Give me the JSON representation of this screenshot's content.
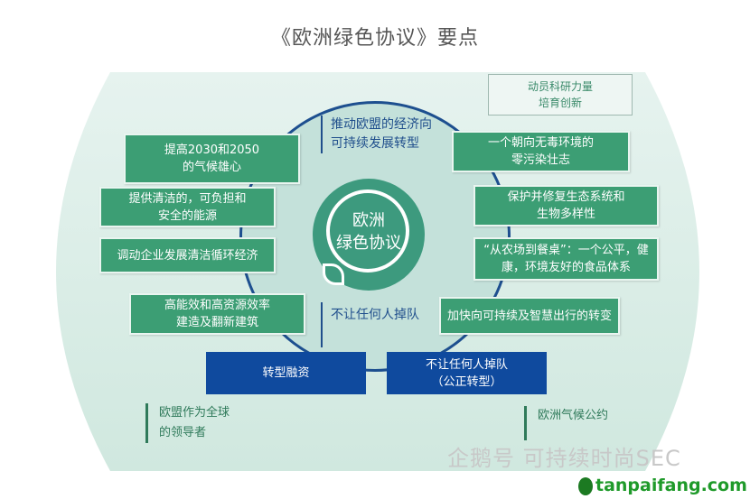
{
  "title": "《欧洲绿色协议》要点",
  "center": {
    "line1": "欧洲",
    "line2": "绿色协议"
  },
  "research_box": {
    "line1": "动员科研力量",
    "line2": "培育创新"
  },
  "top_text": {
    "line1": "推动欧盟的经济向",
    "line2": "可持续发展转型"
  },
  "middle_text": "不让任何人掉队",
  "left_boxes": [
    {
      "line1": "提高2030和2050",
      "line2": "的气候雄心"
    },
    {
      "line1": "提供清洁的，可负担和",
      "line2": "安全的能源"
    },
    {
      "line1": "调动企业发展清洁循环经济",
      "line2": ""
    },
    {
      "line1": "高能效和高资源效率",
      "line2": "建造及翻新建筑"
    }
  ],
  "right_boxes": [
    {
      "line1": "一个朝向无毒环境的",
      "line2": "零污染壮志"
    },
    {
      "line1": "保护并修复生态系统和",
      "line2": "生物多样性"
    },
    {
      "line1": "“从农场到餐桌”：一个公平，健",
      "line2": "康，环境友好的食品体系"
    },
    {
      "line1": "加快向可持续及智慧出行的转变",
      "line2": ""
    }
  ],
  "blue_boxes": [
    {
      "line1": "转型融资",
      "line2": ""
    },
    {
      "line1": "不让任何人掉队",
      "line2": "（公正转型）"
    }
  ],
  "bottom_left": {
    "line1": "欧盟作为全球",
    "line2": "的领导者"
  },
  "bottom_right": "欧洲气候公约",
  "watermark": "企鹅号 可持续时尚SEC",
  "site_logo": "tanpaifang.com"
}
